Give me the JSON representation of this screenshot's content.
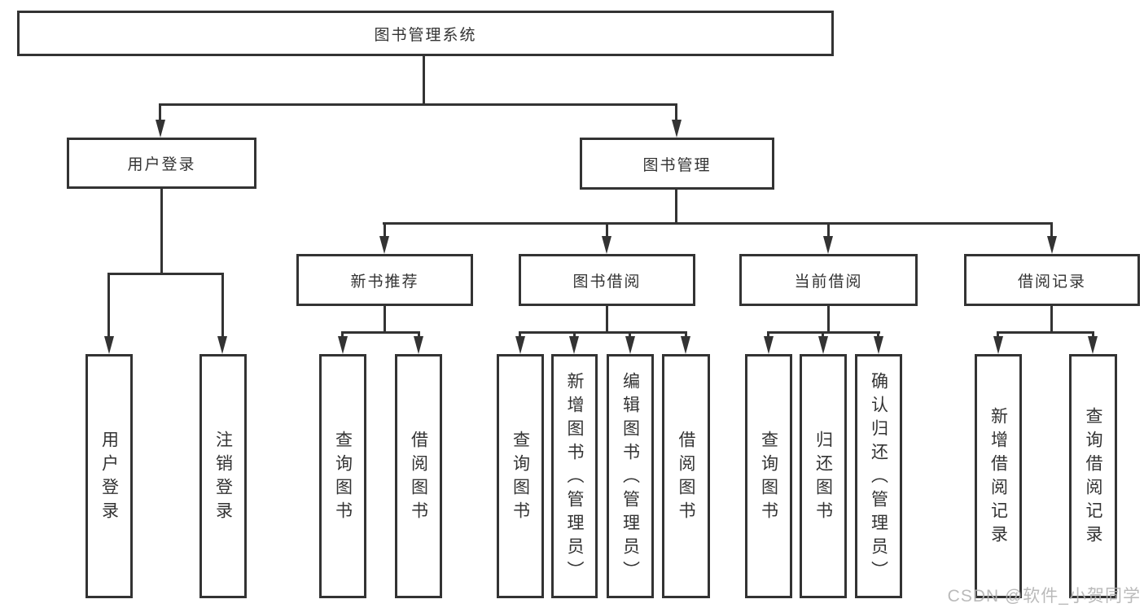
{
  "diagram_title": "图书管理系统",
  "colors": {
    "line": "#333333",
    "text": "#333333",
    "background": "#ffffff",
    "watermark": "#b3b3b3"
  },
  "watermark": {
    "text": "CSDN @软件_小贺同学"
  },
  "tree": {
    "root": {
      "label": "图书管理系统",
      "children": [
        {
          "label": "用户登录",
          "children": [
            {
              "label": "用户登录"
            },
            {
              "label": "注销登录"
            }
          ]
        },
        {
          "label": "图书管理",
          "children": [
            {
              "label": "新书推荐",
              "children": [
                {
                  "label": "查询图书"
                },
                {
                  "label": "借阅图书"
                }
              ]
            },
            {
              "label": "图书借阅",
              "children": [
                {
                  "label": "查询图书"
                },
                {
                  "label": "新增图书（管理员）"
                },
                {
                  "label": "编辑图书（管理员）"
                },
                {
                  "label": "借阅图书"
                }
              ]
            },
            {
              "label": "当前借阅",
              "children": [
                {
                  "label": "查询图书"
                },
                {
                  "label": "归还图书"
                },
                {
                  "label": "确认归还（管理员）"
                }
              ]
            },
            {
              "label": "借阅记录",
              "children": [
                {
                  "label": "新增借阅记录"
                },
                {
                  "label": "查询借阅记录"
                }
              ]
            }
          ]
        }
      ]
    }
  }
}
